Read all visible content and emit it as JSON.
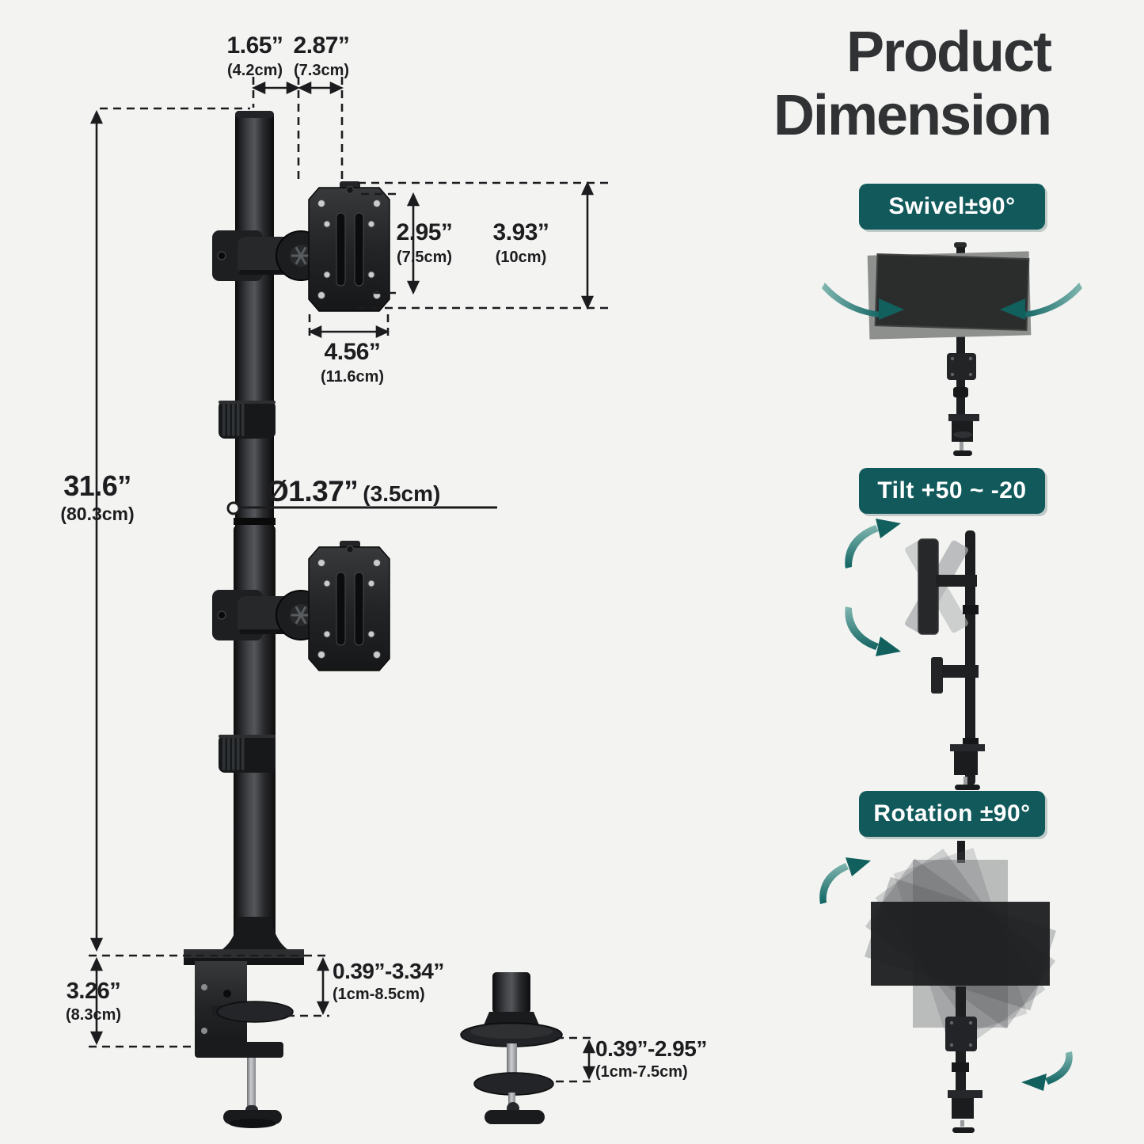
{
  "title": {
    "line1": "Product",
    "line2": "Dimension"
  },
  "features": [
    {
      "id": "swivel",
      "label": "Swivel±90°"
    },
    {
      "id": "tilt",
      "label": "Tilt +50 ~ -20"
    },
    {
      "id": "rotation",
      "label": "Rotation ±90°"
    }
  ],
  "dimensions": {
    "pole_top_offset": {
      "inches": "1.65”",
      "metric": "(4.2cm)"
    },
    "arm_reach": {
      "inches": "2.87”",
      "metric": "(7.3cm)"
    },
    "vesa_hole_spacing": {
      "inches": "2.95”",
      "metric": "(7.5cm)"
    },
    "vesa_plate_height": {
      "inches": "3.93”",
      "metric": "(10cm)"
    },
    "vesa_plate_width": {
      "inches": "4.56”",
      "metric": "(11.6cm)"
    },
    "pole_height": {
      "inches": "31.6”",
      "metric": "(80.3cm)"
    },
    "pole_diameter": {
      "inches": "Ø1.37”",
      "metric": "(3.5cm)"
    },
    "clamp_body_height": {
      "inches": "3.26”",
      "metric": "(8.3cm)"
    },
    "clamp_desk_thickness": {
      "inches": "0.39”-3.34”",
      "metric": "(1cm-8.5cm)"
    },
    "grommet_desk_thickness": {
      "inches": "0.39”-2.95”",
      "metric": "(1cm-7.5cm)"
    }
  },
  "colors": {
    "background": "#f3f4f2",
    "ink": "#1d1d1f",
    "badge_teal": "#11595b",
    "arrow_teal": "#1e7f7b",
    "title_text": "#313234"
  }
}
